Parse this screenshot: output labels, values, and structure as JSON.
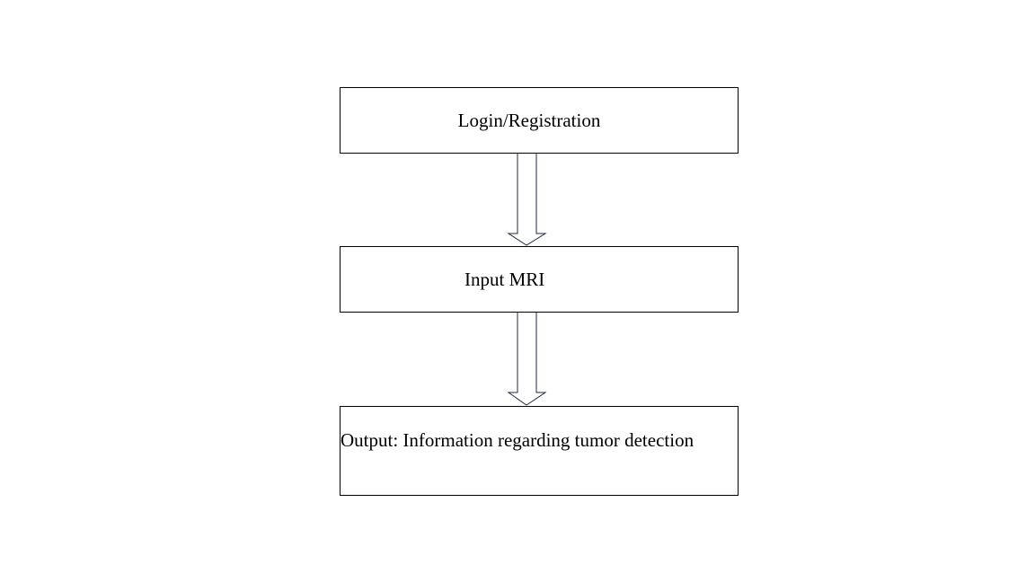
{
  "diagram": {
    "steps": [
      {
        "label": "Login/Registration"
      },
      {
        "label": "Input MRI"
      },
      {
        "label": "Output: Information regarding tumor detection"
      }
    ],
    "colors": {
      "border": "#000000",
      "arrow_stroke": "#1f2a44",
      "background": "#ffffff"
    }
  }
}
